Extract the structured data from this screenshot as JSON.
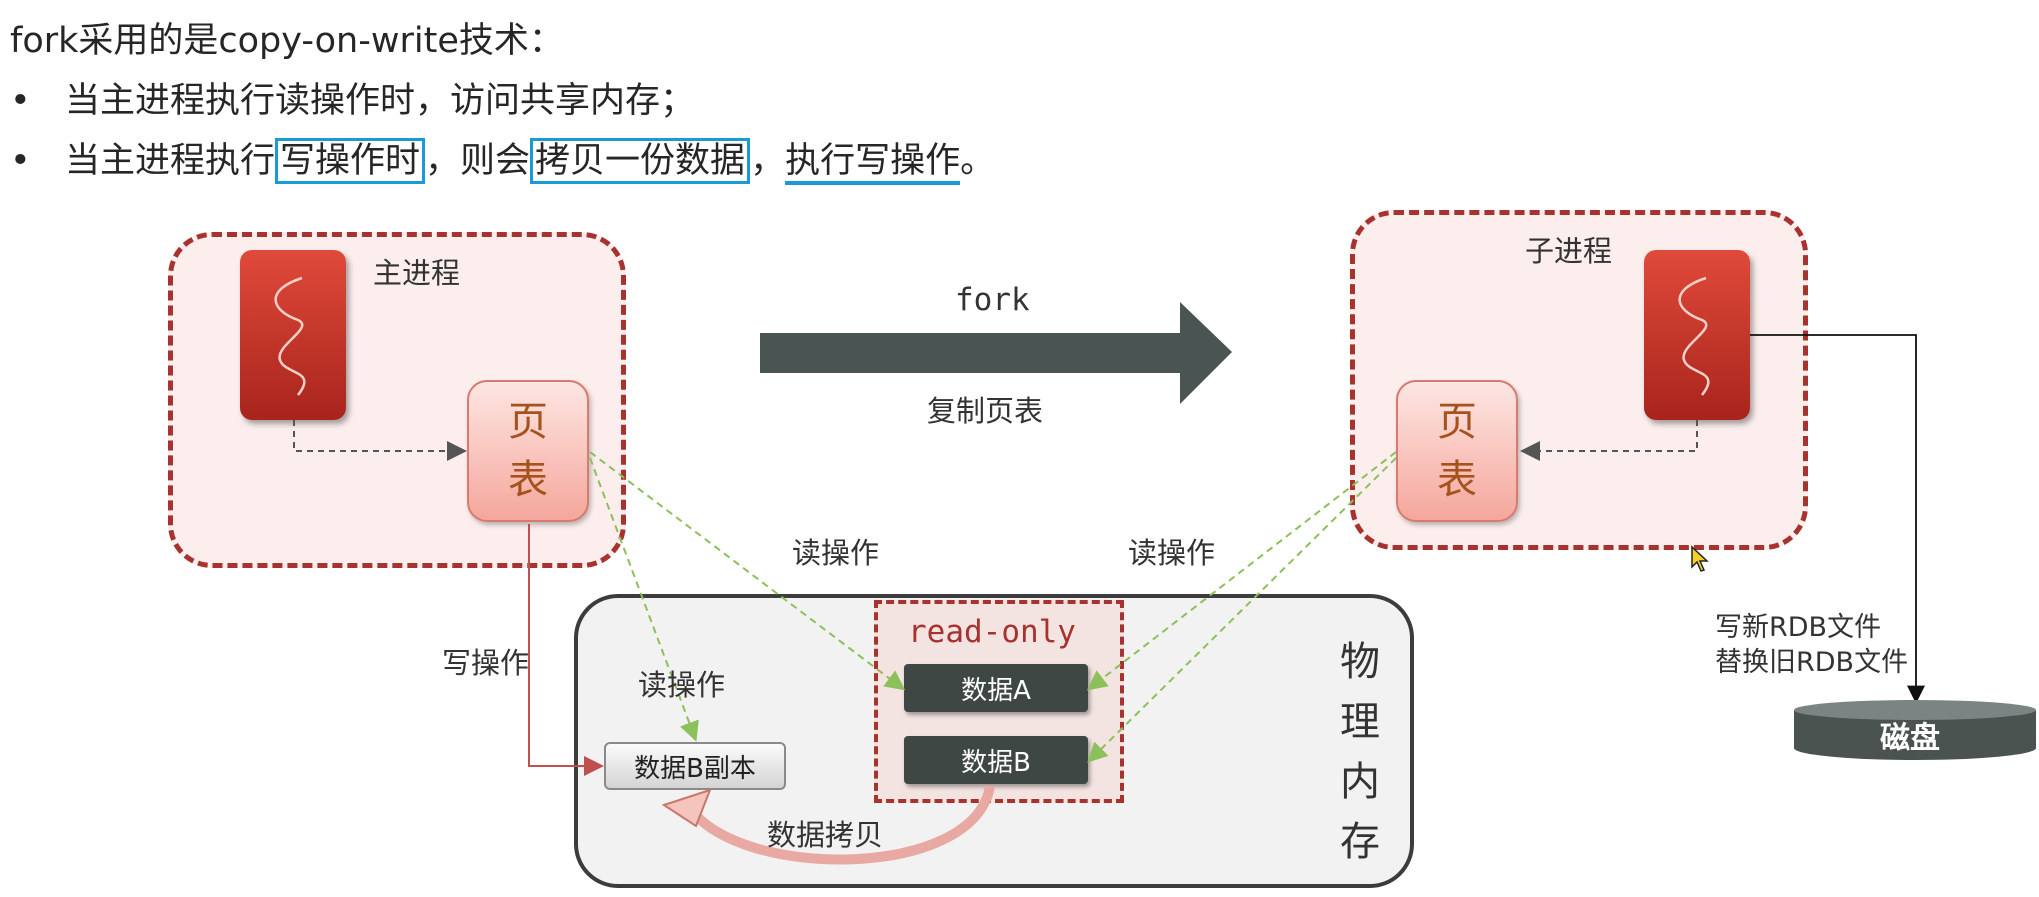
{
  "heading": "fork采用的是copy-on-write技术：",
  "bullets": {
    "b1": "当主进程执行读操作时，访问共享内存；",
    "b2_p1": "当主进程执行",
    "b2_box1": "写操作时",
    "b2_p2": "，则会",
    "b2_box2": "拷贝一份数据",
    "b2_p3": "，",
    "b2_uline": "执行写操作",
    "b2_p4": "。",
    "dot": "•"
  },
  "main_process": {
    "label": "主进程",
    "page_table_top": "页",
    "page_table_bottom": "表"
  },
  "child_process": {
    "label": "子进程",
    "page_table_top": "页",
    "page_table_bottom": "表"
  },
  "fork_arrow": {
    "top_label": "fork",
    "bottom_label": "复制页表"
  },
  "labels": {
    "read_left": "读操作",
    "read_right": "读操作",
    "write": "写操作",
    "read_inner": "读操作",
    "data_copy": "数据拷贝",
    "write_rdb_line1": "写新RDB文件",
    "write_rdb_line2": "替换旧RDB文件"
  },
  "memory": {
    "vertical_chars": [
      "物",
      "理",
      "内",
      "存"
    ],
    "read_only": "read-only",
    "data_a": "数据A",
    "data_b": "数据B",
    "data_b_copy": "数据B副本"
  },
  "disk": {
    "label": "磁盘"
  },
  "colors": {
    "accent_blue": "#1c9ad6",
    "dashed_red": "#a8322d",
    "arrow_dark": "#4a5452",
    "green_dash": "#8cc05a"
  },
  "icons": [
    "redis-logo-icon",
    "cursor-icon"
  ]
}
